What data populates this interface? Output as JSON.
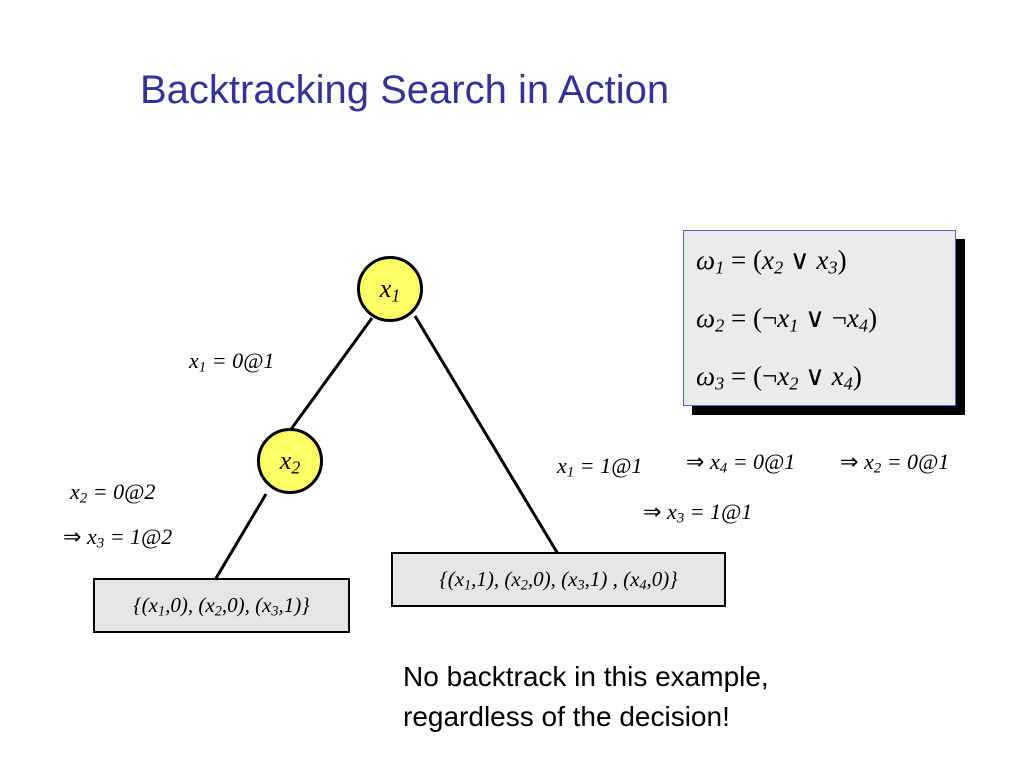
{
  "title": "Backtracking Search in Action",
  "nodes": {
    "x1": {
      "var": "x",
      "sub": "1"
    },
    "x2": {
      "var": "x",
      "sub": "2"
    }
  },
  "edge_labels": {
    "x1_zero": {
      "var": "x",
      "sub": "1",
      "rest": " = 0@1"
    },
    "x2_zero": {
      "var": "x",
      "sub": "2",
      "rest": " = 0@2"
    },
    "x3_implied": {
      "arrow": "⇒",
      "var": "x",
      "sub": "3",
      "rest": " = 1@2"
    },
    "x1_one": {
      "var": "x",
      "sub": "1",
      "rest": " = 1@1"
    },
    "x4_implied": {
      "arrow": "⇒",
      "var": "x",
      "sub": "4",
      "rest": " = 0@1"
    },
    "x2_implied": {
      "arrow": "⇒",
      "var": "x",
      "sub": "2",
      "rest": " = 0@1"
    },
    "x3_implied_right": {
      "arrow": "⇒",
      "var": "x",
      "sub": "3",
      "rest": " = 1@1"
    }
  },
  "assignments": {
    "left": {
      "open": "{(x",
      "s1": "1",
      "t1": ",0), (x",
      "s2": "2",
      "t2": ",0), (x",
      "s3": "3",
      "t3": ",1)}"
    },
    "right": {
      "open": "{(x",
      "s1": "1",
      "t1": ",1), (x",
      "s2": "2",
      "t2": ",0), (x",
      "s3": "3",
      "t3": ",1) , (x",
      "s4": "4",
      "t4": ",0)}"
    }
  },
  "clauses": [
    {
      "omega": "ω",
      "sub": "1",
      "eq": " = (",
      "a": "x",
      "asub": "2",
      "op": " ∨ ",
      "b": "x",
      "bsub": "3",
      "close": ")"
    },
    {
      "omega": "ω",
      "sub": "2",
      "eq": " = (",
      "neg_a": "¬",
      "a": "x",
      "asub": "1",
      "op": " ∨ ",
      "neg_b": "¬",
      "b": "x",
      "bsub": "4",
      "close": ")"
    },
    {
      "omega": "ω",
      "sub": "3",
      "eq": " = (",
      "neg_a": "¬",
      "a": "x",
      "asub": "2",
      "op": " ∨ ",
      "b": "x",
      "bsub": "4",
      "close": ")"
    }
  ],
  "note": {
    "line1": "No backtrack in this example,",
    "line2": "regardless of the decision!"
  },
  "colors": {
    "title": "#333399",
    "node_fill": "#ffff66",
    "box_fill": "#e6e6e6",
    "clause_border": "#5b63c8"
  }
}
